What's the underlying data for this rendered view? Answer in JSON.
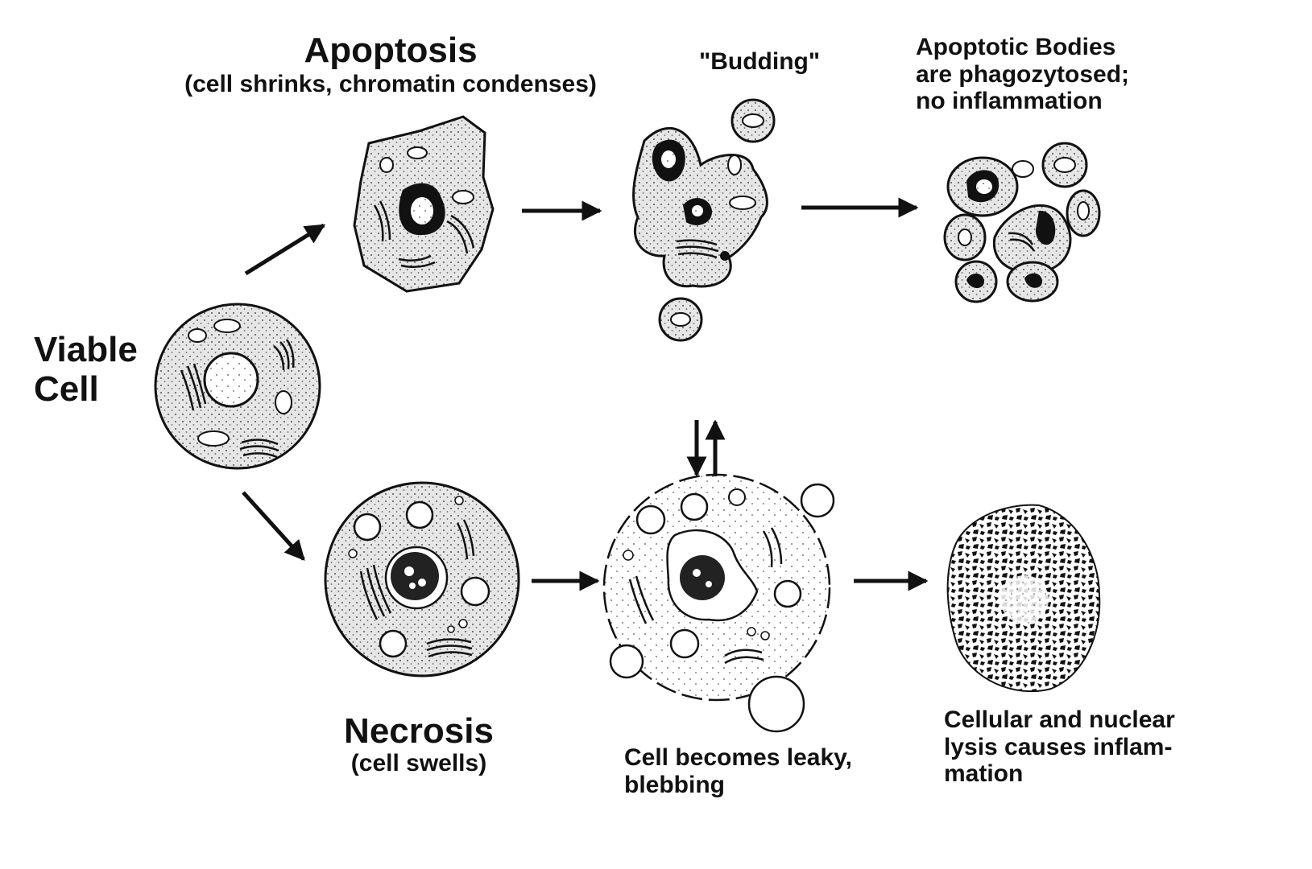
{
  "labels": {
    "viable_line1": "Viable",
    "viable_line2": "Cell",
    "apoptosis_title": "Apoptosis",
    "apoptosis_sub": "(cell shrinks, chromatin condenses)",
    "budding": "\"Budding\"",
    "bodies_line1": "Apoptotic Bodies",
    "bodies_line2": "are phagozytosed;",
    "bodies_line3": "no inflammation",
    "necrosis_title": "Necrosis",
    "necrosis_sub": "(cell swells)",
    "leaky_line1": "Cell becomes leaky,",
    "leaky_line2": "blebbing",
    "lysis_line1": "Cellular and nuclear",
    "lysis_line2": "lysis causes inflam-",
    "lysis_line3": "mation"
  },
  "colors": {
    "ink": "#111111",
    "stipple": "#d4d4d4",
    "background": "#ffffff"
  }
}
